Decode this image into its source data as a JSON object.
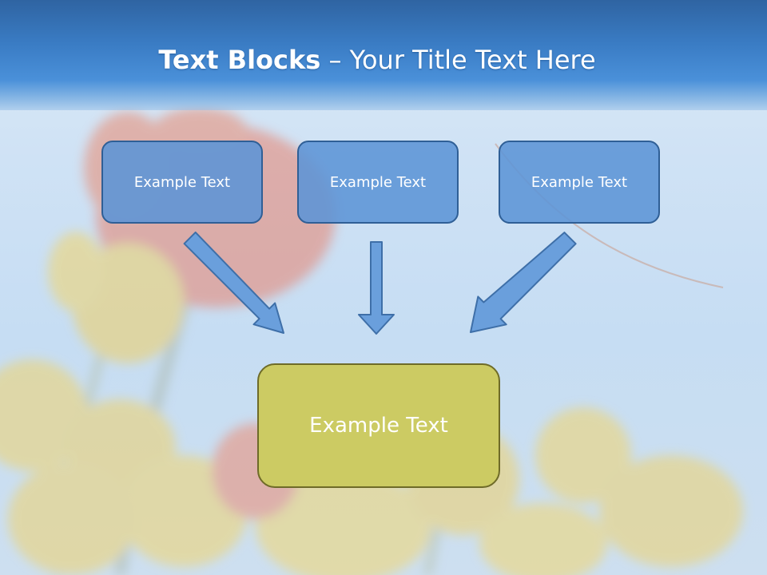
{
  "slide": {
    "title_bold": "Text Blocks",
    "title_rest": " – Your Title Text Here"
  },
  "diagram": {
    "input_boxes": [
      {
        "label": "Example Text"
      },
      {
        "label": "Example Text"
      },
      {
        "label": "Example Text"
      }
    ],
    "result_box": {
      "label": "Example Text"
    }
  },
  "colors": {
    "title_bar": "#3a7cc4",
    "input_box_fill": "#5c94d6",
    "input_box_border": "#2f5f96",
    "result_box_fill": "#cccb63",
    "result_box_border": "#6e6b28",
    "arrow_fill": "#6a9fdc",
    "arrow_stroke": "#3e6fa8"
  }
}
